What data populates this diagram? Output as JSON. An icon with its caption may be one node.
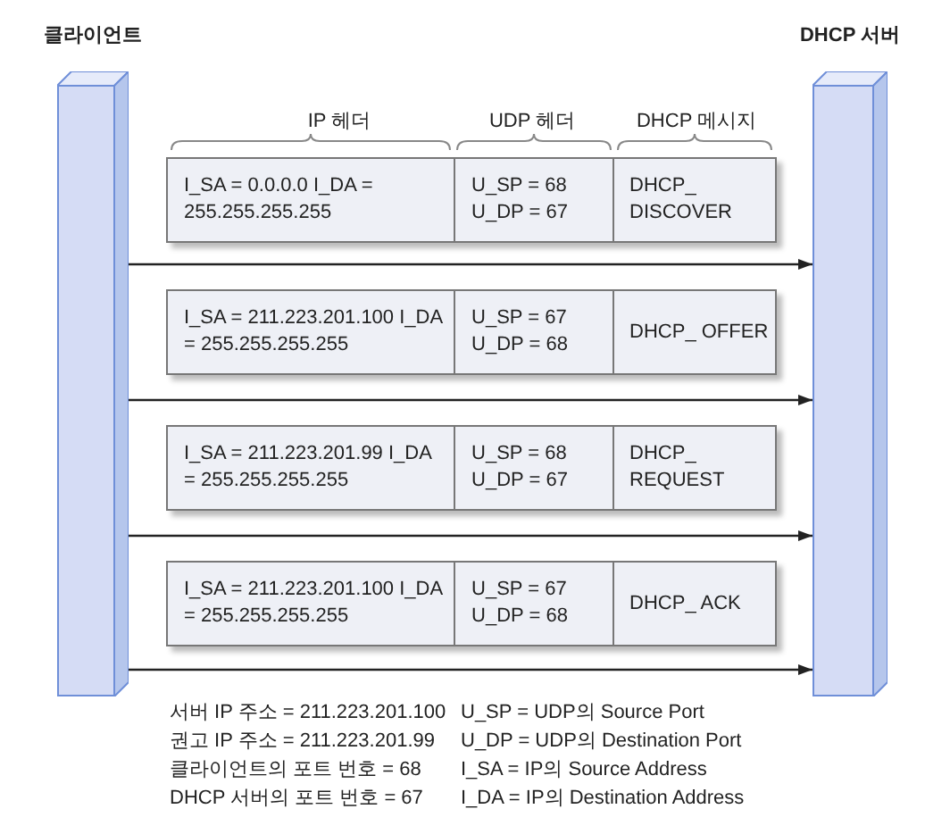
{
  "diagram": {
    "nodes": [
      {
        "text": [
          "클라이언트"
        ]
      },
      {
        "text": [
          "DHCP 서버"
        ]
      },
      {
        "text": [
          "I_SA = 0.0.0.0 I_DA = 255.255.255.255",
          "U_SP = 68 U_DP = 67",
          "DHCP_ DISCOVER"
        ]
      },
      {
        "text": [
          "I_SA = 211.223.201.100 I_DA = 255.255.255.255",
          "U_SP = 67 U_DP = 68",
          "DHCP_ OFFER"
        ]
      },
      {
        "text": [
          "I_SA = 211.223.201.99 I_DA = 255.255.255.255",
          "U_SP = 68 U_DP = 67",
          "DHCP_ REQUEST"
        ]
      },
      {
        "text": [
          "I_SA = 211.223.201.100 I_DA = 255.255.255.255",
          "U_SP = 67 U_DP = 68",
          "DHCP_ ACK"
        ]
      }
    ],
    "edges": [
      {
        "from": 0,
        "to": 1,
        "arrow": "to"
      },
      {
        "from": 0,
        "to": 1,
        "arrow": "to"
      },
      {
        "from": 0,
        "to": 1,
        "arrow": "to"
      },
      {
        "from": 0,
        "to": 1,
        "arrow": "to"
      }
    ],
    "labels": [
      "IP 헤더",
      "UDP 헤더",
      "DHCP 메시지",
      "서버 IP 주소 = 211.223.201.100",
      "U_SP = UDP의 Source Port",
      "권고 IP 주소 = 211.223.201.99",
      "U_DP = UDP의 Destination Port",
      "클라이언트의 포트 번호 = 68",
      "I_SA = IP의 Source Address",
      "DHCP 서버의 포트 번호 = 67",
      "I_DA = IP의 Destination Address"
    ]
  }
}
